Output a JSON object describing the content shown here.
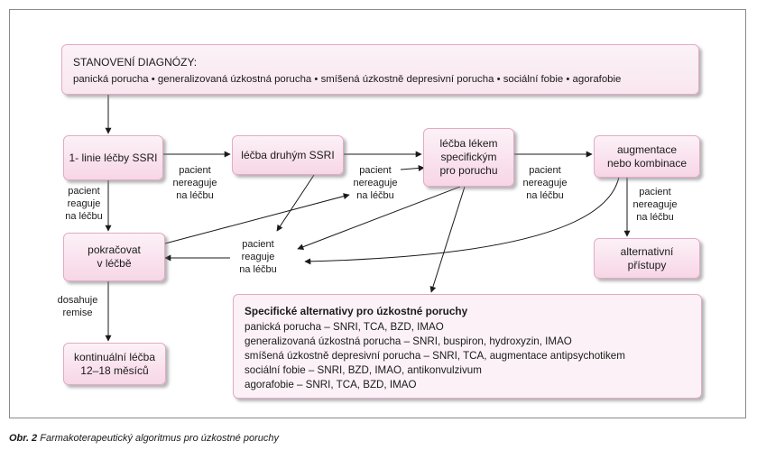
{
  "diagnosis": {
    "title": "STANOVENÍ DIAGNÓZY:",
    "items": "panická porucha • generalizovaná úzkostná porucha • smíšená úzkostně depresivní porucha • sociální fobie • agorafobie"
  },
  "boxes": {
    "first_line": [
      "1- linie léčby SSRI"
    ],
    "second_ssri": [
      "léčba druhým SSRI"
    ],
    "specific_drug": [
      "léčba lékem",
      "specifickým",
      "pro poruchu"
    ],
    "augmentation": [
      "augmentace",
      "nebo kombinace"
    ],
    "continue": [
      "pokračovat",
      "v léčbě"
    ],
    "alternative": [
      "alternativní",
      "přístupy"
    ],
    "continuation": [
      "kontinuální léčba",
      "12–18 měsíců"
    ]
  },
  "labels": {
    "responds_left": [
      "pacient",
      "reaguje",
      "na léčbu"
    ],
    "not_responding_1": [
      "pacient",
      "nereaguje",
      "na léčbu"
    ],
    "not_responding_2": [
      "pacient",
      "nereaguje",
      "na léčbu"
    ],
    "not_responding_3": [
      "pacient",
      "nereaguje",
      "na léčbu"
    ],
    "not_responding_4": [
      "pacient",
      "nereaguje",
      "na léčbu"
    ],
    "responds_center": [
      "pacient",
      "reaguje",
      "na léčbu"
    ],
    "remission": [
      "dosahuje",
      "remise"
    ]
  },
  "specific_alternatives": {
    "title": "Specifické alternativy pro úzkostné poruchy",
    "lines": [
      "panická porucha – SNRI, TCA, BZD, IMAO",
      "generalizovaná úzkostná porucha – SNRI, buspiron, hydroxyzin, IMAO",
      "smíšená úzkostně depresivní porucha – SNRI, TCA, augmentace antipsychotikem",
      "sociální fobie – SNRI, BZD, IMAO, antikonvulzivum",
      "agorafobie – SNRI, TCA, BZD, IMAO"
    ]
  },
  "caption": {
    "prefix": "Obr. 2",
    "text": " Farmakoterapeutický algoritmus pro úzkostné poruchy"
  },
  "colors": {
    "box_border": "#e3aac6",
    "box_fill": "#f7d6e6",
    "frame": "#8a8a8a"
  }
}
